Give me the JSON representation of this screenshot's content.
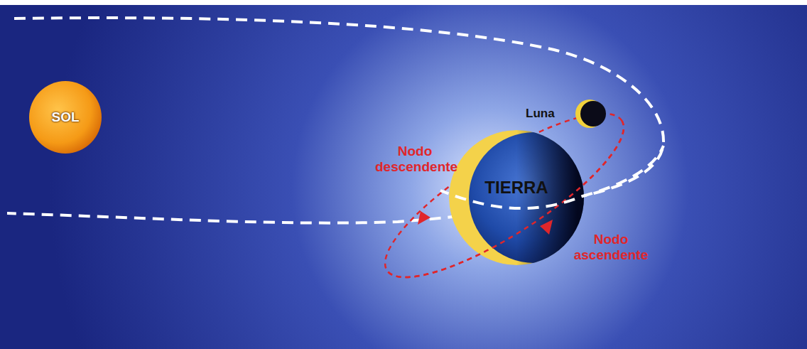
{
  "diagram": {
    "nodes": [
      {
        "text": [
          "SOL"
        ]
      },
      {
        "text": [
          "TIERRA"
        ]
      },
      {
        "text": [
          "Luna"
        ]
      }
    ],
    "labels": [
      "Nodo descendente",
      "Nodo ascendente"
    ]
  }
}
